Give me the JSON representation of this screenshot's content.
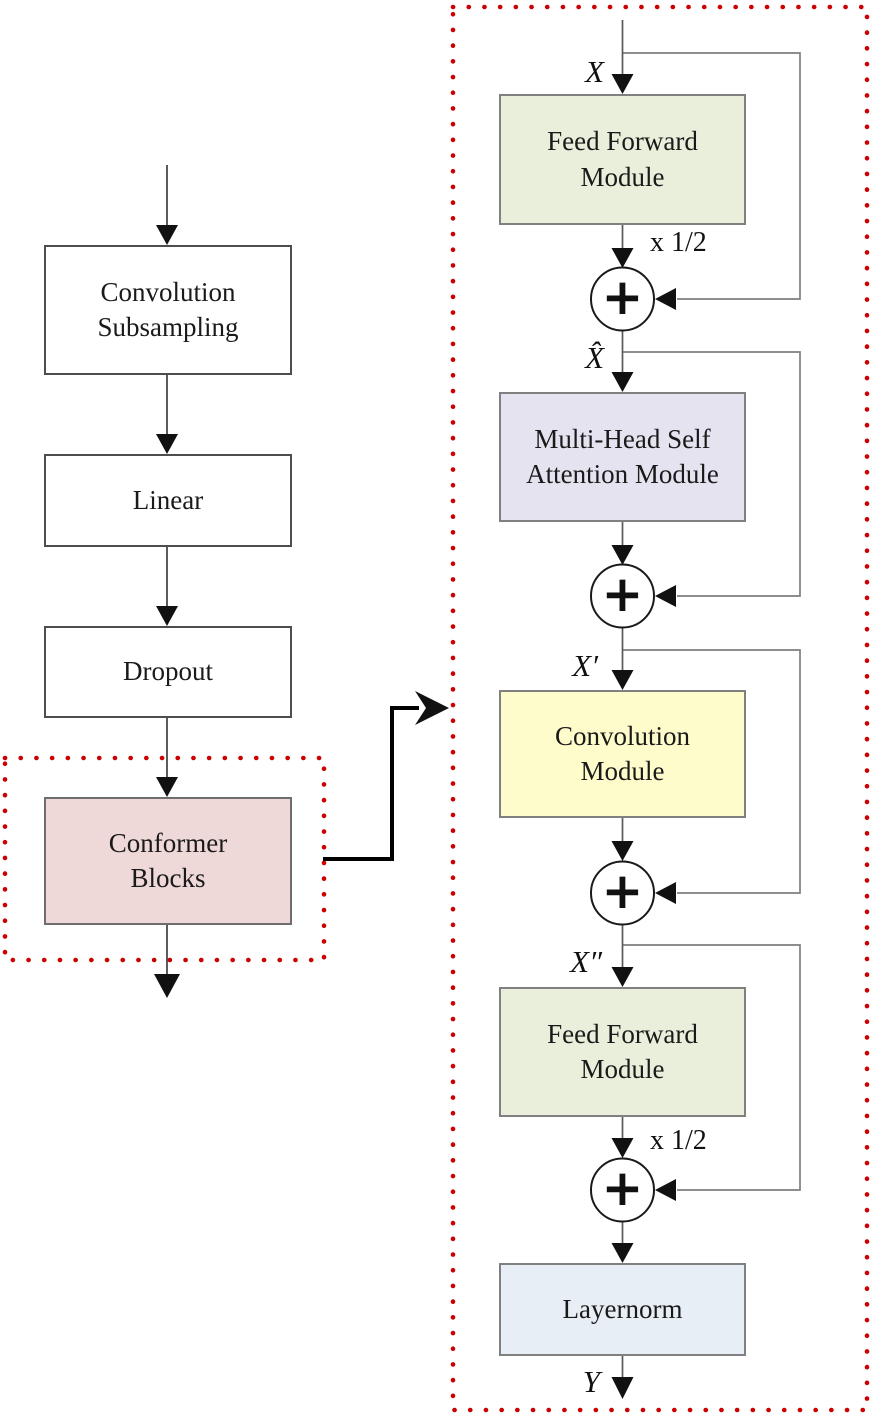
{
  "figure": {
    "title_semantics": "Conformer encoder architecture diagram",
    "left_panel": {
      "boxes": [
        {
          "label": "Convolution\nSubsampling"
        },
        {
          "label": "Linear"
        },
        {
          "label": "Dropout"
        },
        {
          "label": "Conformer\nBlocks"
        }
      ]
    },
    "right_panel": {
      "modules": [
        {
          "label": "Feed Forward\nModule"
        },
        {
          "label": "Multi-Head Self\nAttention Module"
        },
        {
          "label": "Convolution\nModule"
        },
        {
          "label": "Feed Forward\nModule"
        },
        {
          "label": "Layernorm"
        }
      ],
      "signal_labels": {
        "input": "X",
        "after_ff1": "X̂",
        "after_mhsa": "X′",
        "after_conv": "X″",
        "output": "Y"
      },
      "half_labels": [
        "x 1/2",
        "x 1/2"
      ],
      "adder_symbol": "+"
    },
    "colors": {
      "dotted_border": "#cc0000",
      "conformer_blocks_fill": "#eed8d8",
      "feed_forward_fill": "#e9efdb",
      "attention_fill": "#e5e3ef",
      "convolution_fill": "#fffccb",
      "layernorm_fill": "#e8eef5",
      "plain_box_fill": "#ffffff"
    }
  }
}
